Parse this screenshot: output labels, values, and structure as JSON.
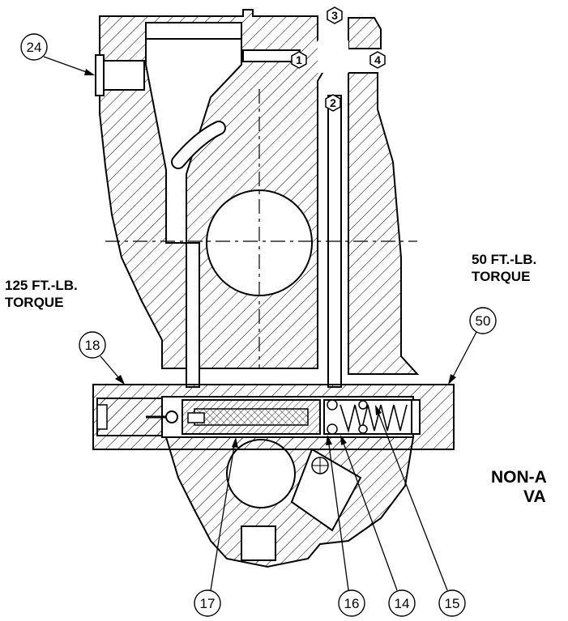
{
  "annotations": {
    "left_torque": [
      "125 FT.-LB.",
      "TORQUE"
    ],
    "right_torque": [
      "50 FT.-LB.",
      "TORQUE"
    ],
    "title": [
      "NON-A",
      "VA"
    ]
  },
  "ports": [
    "1",
    "2",
    "3",
    "4"
  ],
  "callouts": [
    "24",
    "18",
    "50",
    "17",
    "16",
    "14",
    "15"
  ],
  "colors": {
    "line": "#000000",
    "background": "#ffffff"
  }
}
